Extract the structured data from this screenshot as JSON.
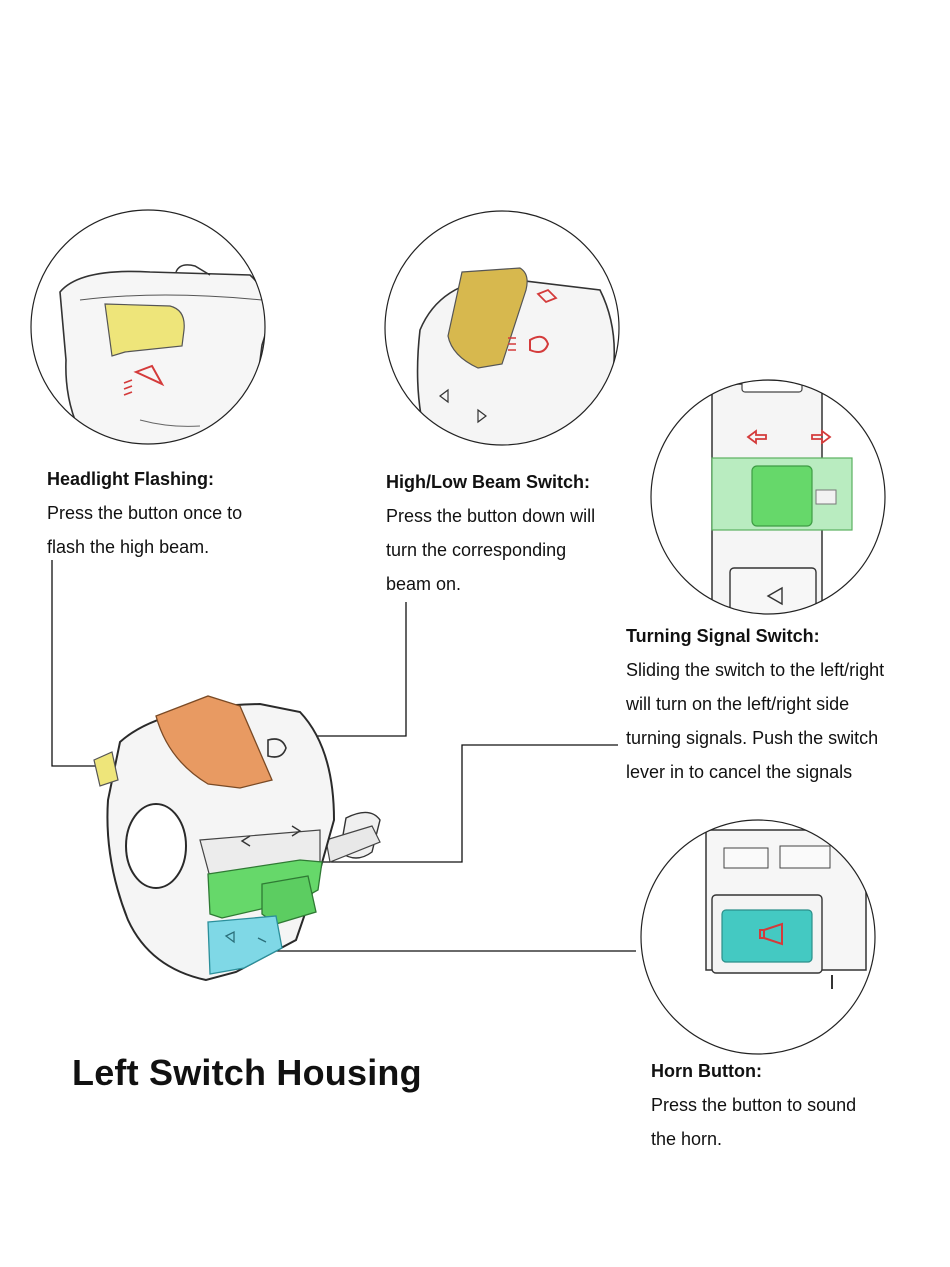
{
  "page_title": "Left Switch Housing",
  "colors": {
    "headlight_flash": "#eee57a",
    "high_low_beam": "#d7b84e",
    "beam_button_main": "#e89a62",
    "turn_signal": "#66d86a",
    "turn_signal_light": "#b9ecc0",
    "horn": "#7fd8e6",
    "horn_inset": "#44c9c2",
    "symbol_red": "#d43b3b"
  },
  "callouts": {
    "headlight_flashing": {
      "title": "Headlight Flashing:",
      "lines": [
        "Press the button once to",
        "flash the high beam."
      ]
    },
    "high_low_beam": {
      "title": "High/Low Beam Switch:",
      "lines": [
        "Press the button down will",
        "turn the corresponding",
        "beam on."
      ]
    },
    "turning_signal": {
      "title": "Turning Signal Switch:",
      "lines": [
        "Sliding the switch to the left/right",
        "will turn on the left/right side",
        "turning signals. Push the switch",
        "lever in to cancel the signals"
      ]
    },
    "horn_button": {
      "title": "Horn Button:",
      "lines": [
        "Press the button to sound",
        "the horn."
      ]
    }
  }
}
